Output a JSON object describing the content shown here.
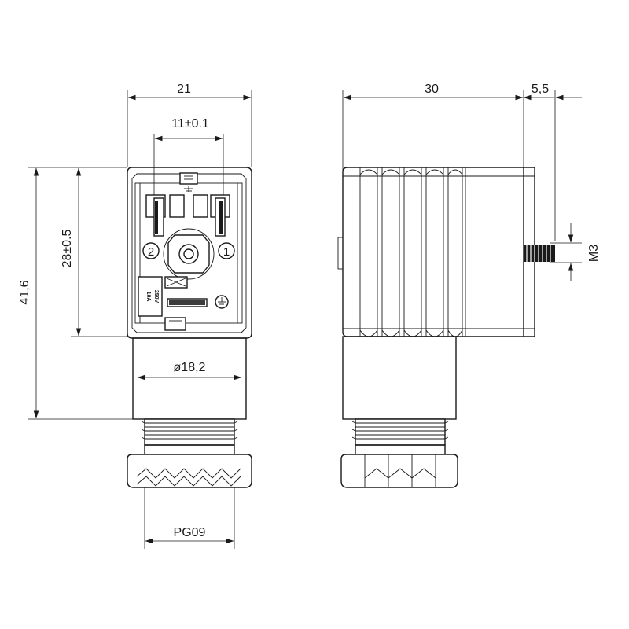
{
  "dimensions": {
    "width_front": "21",
    "pin_spacing": "11±0.1",
    "total_height": "41,6",
    "body_height": "28±0.5",
    "cable_diameter": "ø18,2",
    "thread_size": "PG09",
    "depth": "30",
    "screw_length": "5,5",
    "screw_thread": "M3"
  },
  "markings": {
    "pin_1": "1",
    "pin_2": "2",
    "current_rating": "10A",
    "voltage_rating": "250V"
  }
}
